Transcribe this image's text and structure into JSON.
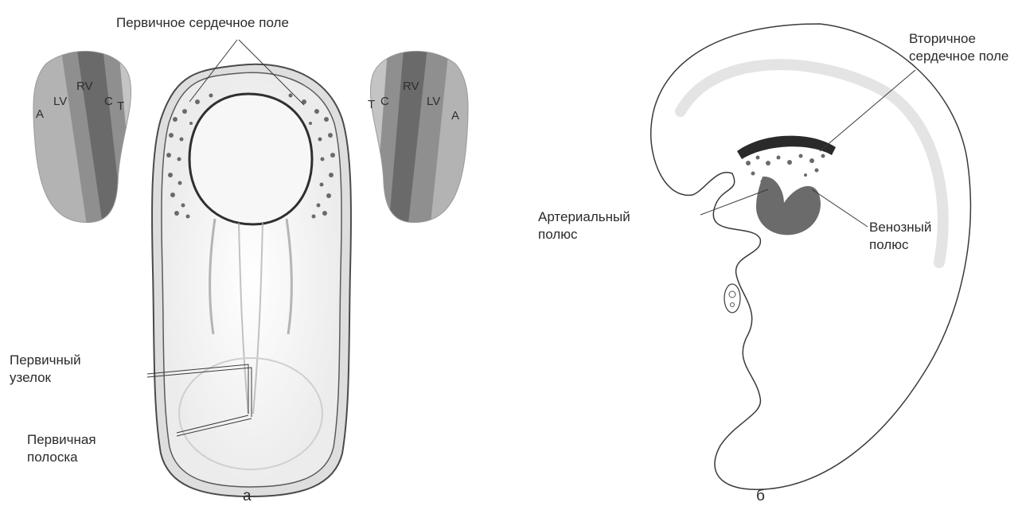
{
  "panel_a": {
    "letter": "а",
    "labels": {
      "primary_heart_field": "Первичное  сердечное поле",
      "primitive_node": [
        "Первичный",
        "узелок"
      ],
      "primitive_streak": [
        "Первичная",
        "полоска"
      ]
    },
    "left_heart_map": {
      "segments": [
        "A",
        "LV",
        "RV",
        "C",
        "T"
      ]
    },
    "right_heart_map": {
      "segments": [
        "T",
        "C",
        "RV",
        "LV",
        "A"
      ]
    }
  },
  "panel_b": {
    "letter": "б",
    "labels": {
      "secondary_heart_field": [
        "Вторичное",
        "сердечное поле"
      ],
      "arterial_pole": [
        "Артериальный",
        "полюс"
      ],
      "venous_pole": [
        "Венозный",
        "полюс"
      ]
    }
  },
  "colors": {
    "segment_light": "#b5b5b5",
    "segment_mid": "#8e8e8e",
    "segment_dark": "#6b6b6b",
    "outline": "#3a3a3a"
  }
}
